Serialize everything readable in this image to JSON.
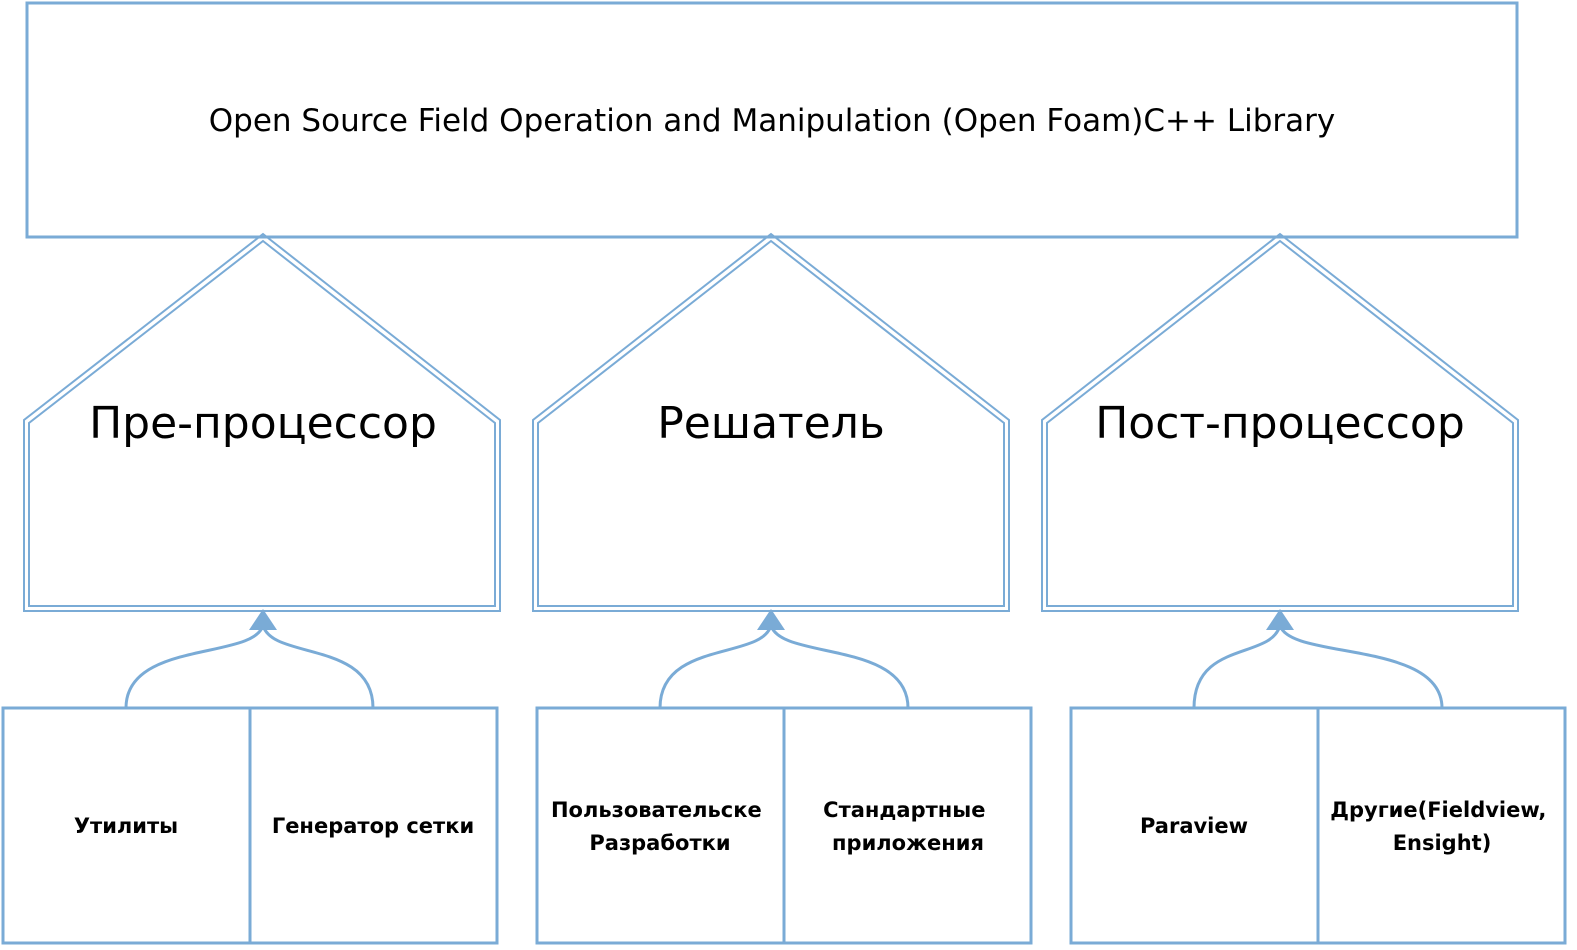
{
  "library": {
    "title": "Open Source Field Operation and Manipulation (Open Foam)C++ Library"
  },
  "stages": [
    {
      "label": "Пре-процессор",
      "components": [
        {
          "lines": [
            "Утилиты"
          ]
        },
        {
          "lines": [
            "Генератор сетки"
          ]
        }
      ]
    },
    {
      "label": "Решатель",
      "components": [
        {
          "lines": [
            "Пользовательске",
            "Разработки"
          ]
        },
        {
          "lines": [
            "Стандартные",
            "приложения"
          ]
        }
      ]
    },
    {
      "label": "Пост-процессор",
      "components": [
        {
          "lines": [
            "Paraview"
          ]
        },
        {
          "lines": [
            "Другие(Fieldview,",
            "Ensight)"
          ]
        }
      ]
    }
  ],
  "colors": {
    "line": "#7aabd6",
    "arrow": "#7aabd6",
    "text": "#000000",
    "background": "#ffffff"
  }
}
